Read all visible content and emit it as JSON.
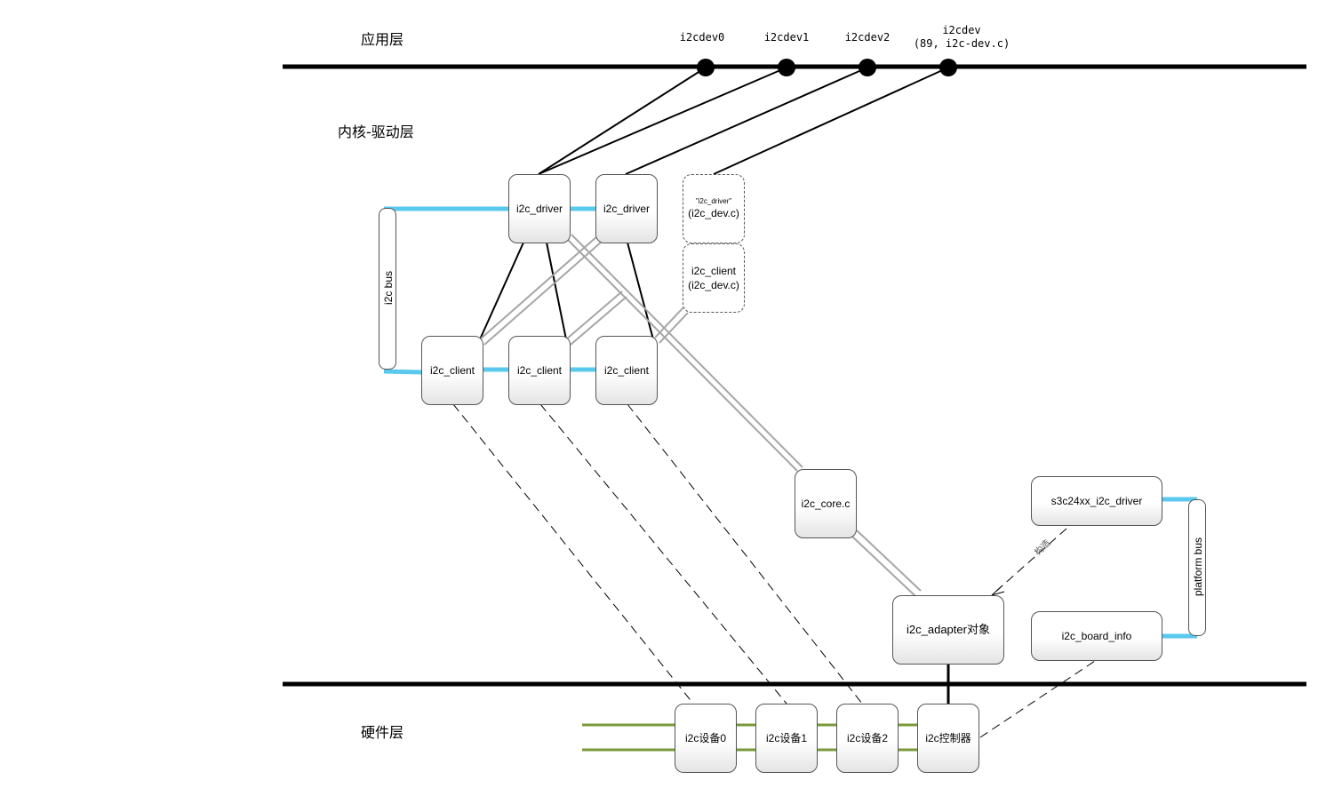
{
  "layers": {
    "app": "应用层",
    "kernel": "内核-驱动层",
    "hardware": "硬件层"
  },
  "ports": [
    {
      "name": "i2cdev0",
      "sub": ""
    },
    {
      "name": "i2cdev1",
      "sub": ""
    },
    {
      "name": "i2cdev2",
      "sub": ""
    },
    {
      "name": "i2cdev",
      "sub": "(89, i2c-dev.c)"
    }
  ],
  "drivers": [
    "i2c_driver",
    "i2c_driver"
  ],
  "dev_driver": {
    "small": "\"i2c_driver\"",
    "label": "(i2c_dev.c)"
  },
  "dev_client": {
    "line1": "i2c_client",
    "line2": "(i2c_dev.c)"
  },
  "clients": [
    "i2c_client",
    "i2c_client",
    "i2c_client"
  ],
  "buses": {
    "i2c": "i2c bus",
    "platform": "platform bus"
  },
  "core": "i2c_core.c",
  "adapter": "i2c_adapter对象",
  "platform_driver": "s3c24xx_i2c_driver",
  "board_info": "i2c_board_info",
  "construct_label": "构造",
  "hw_devices": [
    "i2c设备0",
    "i2c设备1",
    "i2c设备2"
  ],
  "controller": "i2c控制器",
  "colors": {
    "bus_link": "#5bc8ee",
    "hw_bus": "#7a9a3a",
    "double_line": "#a6a6a6"
  }
}
